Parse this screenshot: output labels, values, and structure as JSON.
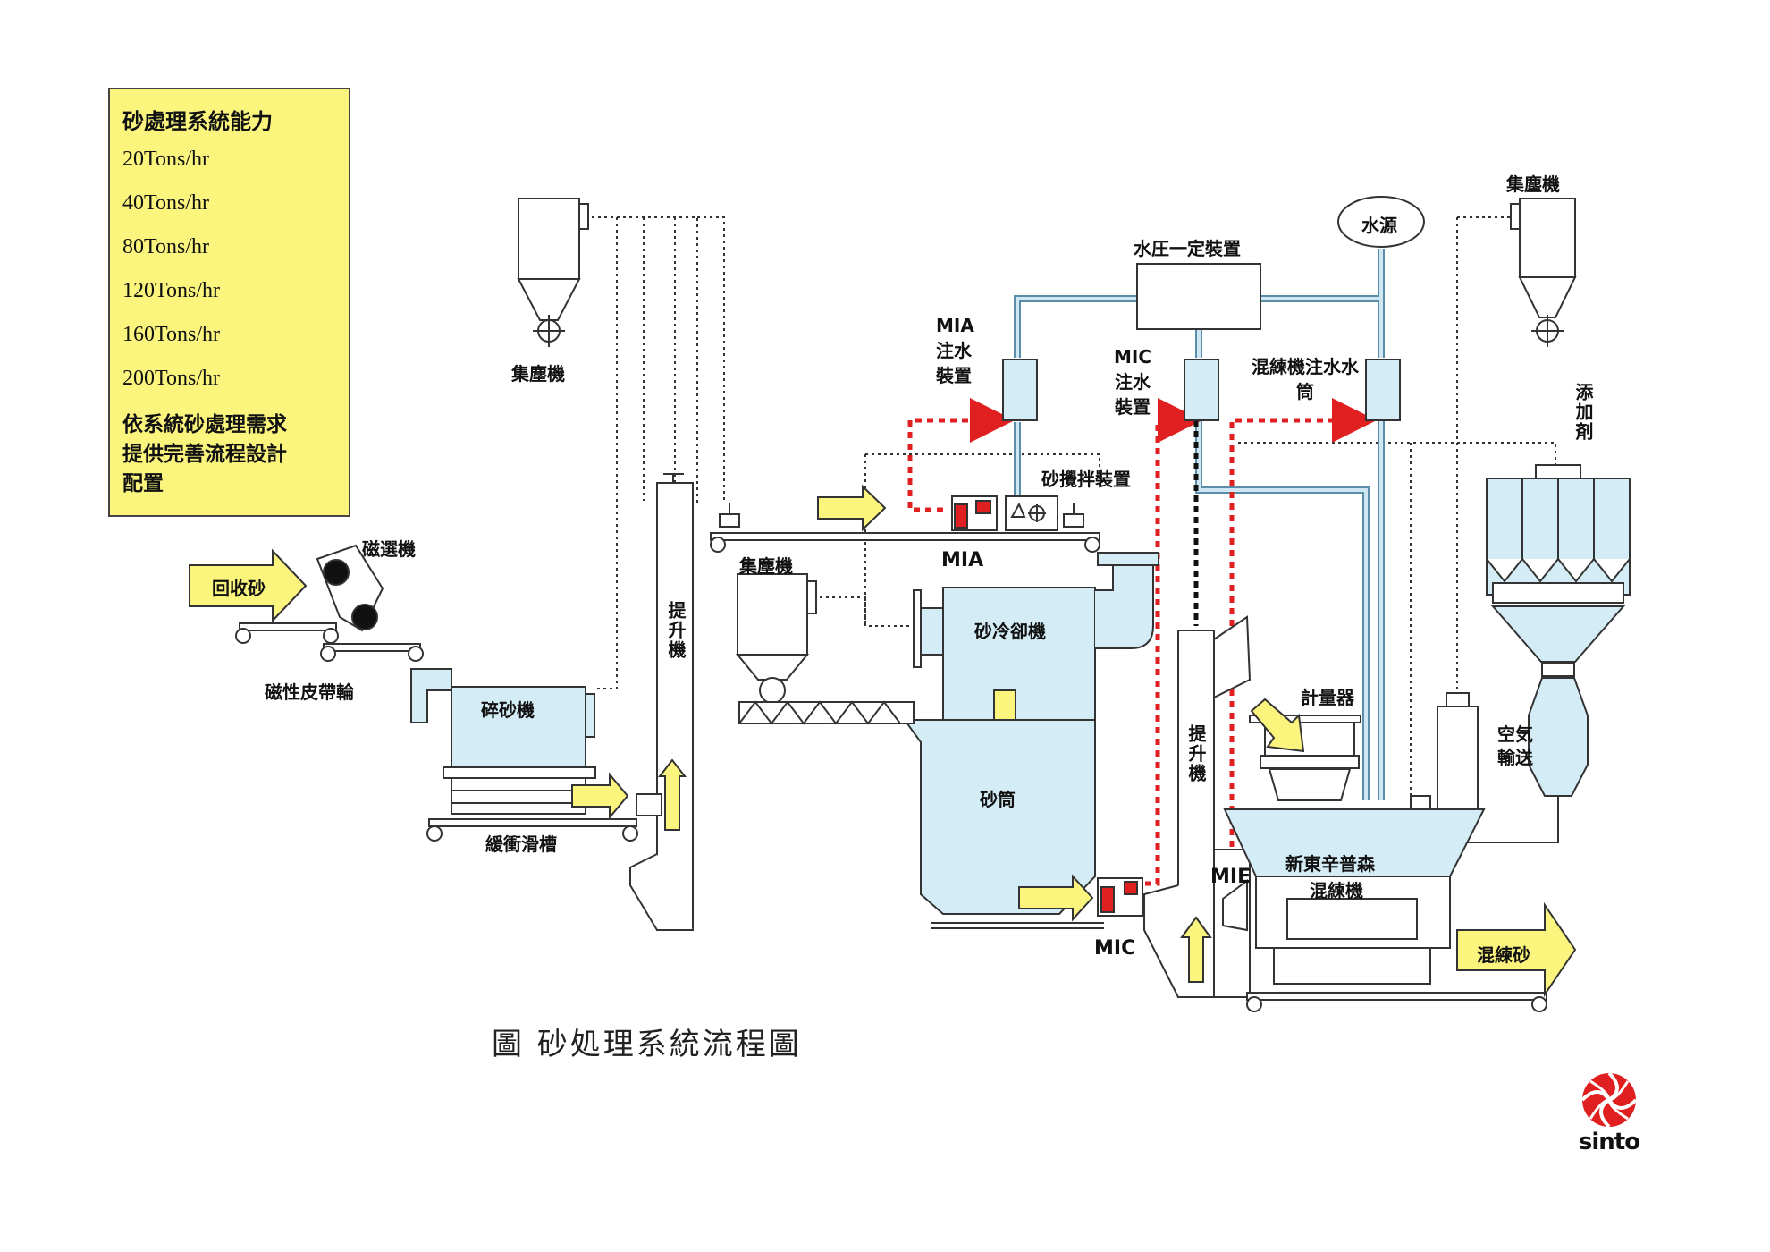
{
  "capacity": {
    "heading": "砂處理系統能力",
    "options": [
      "20Tons/hr",
      "40Tons/hr",
      "80Tons/hr",
      "120Tons/hr",
      "160Tons/hr",
      "200Tons/hr"
    ],
    "description": [
      "依系統砂處理需求",
      "提供完善流程設計",
      "配置"
    ]
  },
  "labels": {
    "return_sand": "回收砂",
    "magnetic_separator": "磁選機",
    "magnetic_belt": "磁性皮帶輪",
    "crusher": "碎砂機",
    "buffer_chute": "緩衝滑槽",
    "dust_collector_left": "集塵機",
    "elevator_left": "提升機",
    "dust_collector_mid": "集塵機",
    "cooler": "砂冷卻機",
    "sand_silo": "砂筒",
    "mia": "MIA",
    "mia_water": "MIA注水裝置",
    "stirrer": "砂攪拌裝置",
    "water_pressure": "水圧一定裝置",
    "water_source": "水源",
    "mic_water": "MIC注水裝置",
    "mixer_water": "混練機注水水筒",
    "dust_collector_right": "集塵機",
    "additive": "添加剤",
    "elevator_right": "提升機",
    "weigher": "計量器",
    "pneumatic": "空気輸送",
    "mixer_name": "新東辛普森",
    "mixer": "混練機",
    "mie": "MIE",
    "mic": "MIC",
    "mixed_sand": "混練砂"
  },
  "title": "圖  砂処理系統流程圖",
  "logo_text": "sinto",
  "colors": {
    "equipment_fill": "#d4ecf6",
    "water_pipe": "#8cc0d8",
    "arrow_fill": "#fbf57e",
    "red_flow": "#e02020",
    "info_bg": "#fbf57e"
  }
}
